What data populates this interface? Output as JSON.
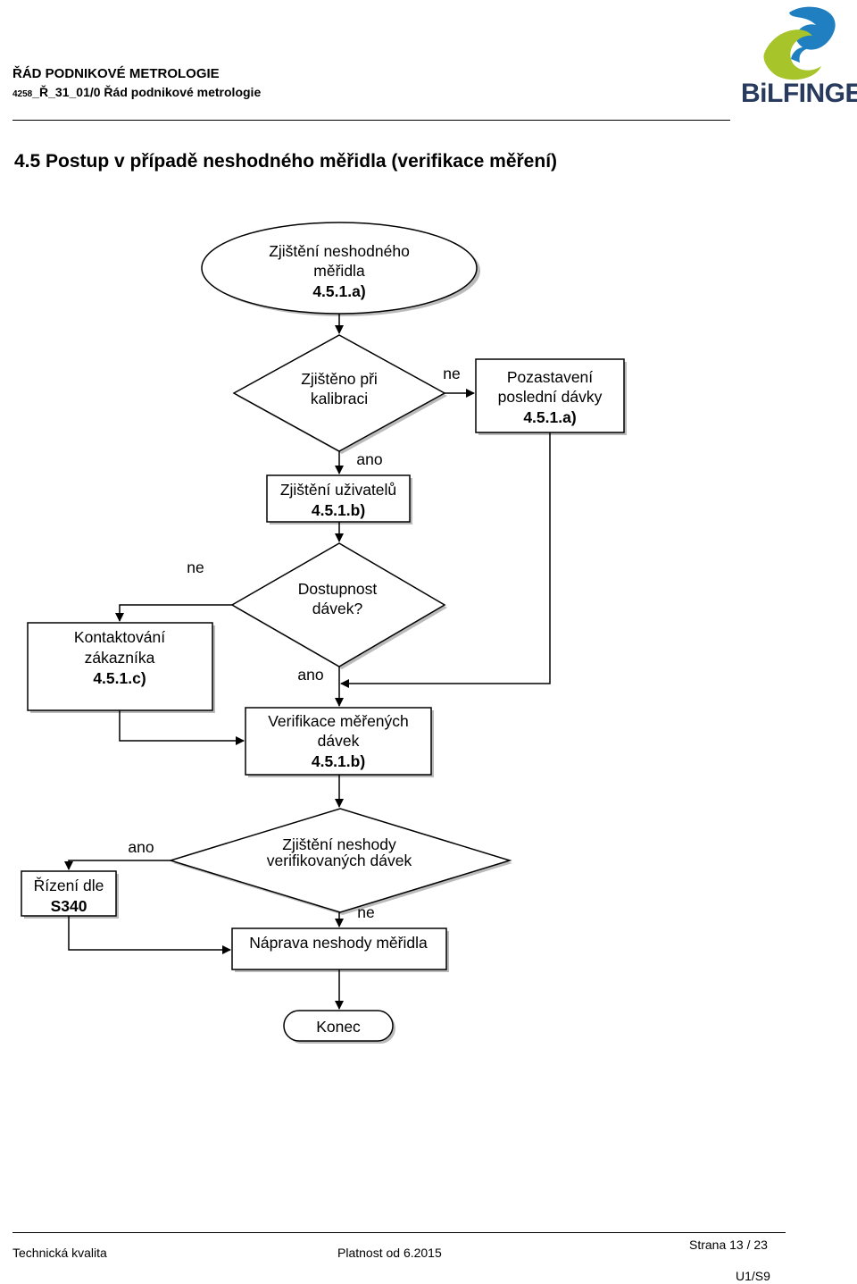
{
  "header": {
    "title": "ŘÁD PODNIKOVÉ METROLOGIE",
    "doc_number": "4258",
    "doc_code": "_Ř_31_01/0 Řád podnikové metrologie",
    "logo_text": "BiLFINGER"
  },
  "section_title": "4.5   Postup v případě neshodného měřidla (verifikace měření)",
  "flow": {
    "start": {
      "line1": "Zjištění neshodného",
      "line2": "měřidla",
      "line3": "4.5.1.a)"
    },
    "decision_calibration": {
      "line1": "Zjištěno při",
      "line2": "kalibraci"
    },
    "label_ne_1": "ne",
    "suspend": {
      "line1": "Pozastavení",
      "line2": "poslední dávky",
      "line3": "4.5.1.a)"
    },
    "label_ano_1": "ano",
    "users": {
      "line1": "Zjištění uživatelů",
      "line2": "4.5.1.b)"
    },
    "label_ne_2": "ne",
    "decision_availability": {
      "line1": "Dostupnost",
      "line2": "dávek?"
    },
    "contact": {
      "line1": "Kontaktování",
      "line2": "zákazníka",
      "line3": "4.5.1.c)"
    },
    "label_ano_2": "ano",
    "verification": {
      "line1": "Verifikace měřených",
      "line2": "dávek",
      "line3": "4.5.1.b)"
    },
    "label_ano_3": "ano",
    "decision_nonconformity": {
      "line1": "Zjištění neshody",
      "line2": "verifikovaných dávek"
    },
    "control": {
      "line1": "Řízení dle",
      "line2": "S340"
    },
    "label_ne_3": "ne",
    "remedy": {
      "line1": "Náprava neshody měřidla"
    },
    "end": {
      "label": "Konec"
    }
  },
  "footer": {
    "left": "Technická kvalita",
    "center": "Platnost od 6.2015",
    "page": "Strana 13 / 23",
    "code": "U1/S9"
  },
  "colors": {
    "logo_green": "#a7c52a",
    "logo_blue": "#1f7fc0",
    "logo_text": "#283a5e",
    "shadow": "#bbbbbb"
  }
}
